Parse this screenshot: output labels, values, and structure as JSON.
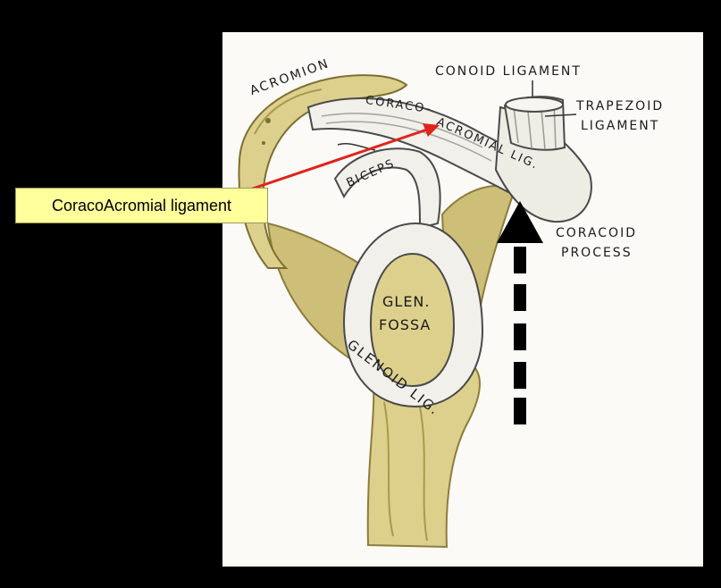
{
  "callout": {
    "text": "CoracoAcromial ligament"
  },
  "labels": {
    "acromion": "ACROMION",
    "conoid": "CONOID LIGAMENT",
    "trapezoid_1": "TRAPEZOID",
    "trapezoid_2": "LIGAMENT",
    "coracoacromial_1": "CORACO-",
    "coracoacromial_2": "ACROMIAL LIG.",
    "biceps": "BICEPS",
    "coracoid_1": "CORACOID",
    "coracoid_2": "PROCESS",
    "glen_1": "GLEN.",
    "glen_2": "FOSSA",
    "glenoid_lig": "GLENOID LIG."
  },
  "colors": {
    "background": "#000000",
    "panel": "#fbfaf7",
    "bone": "#ddd08c",
    "bone_shadow": "#b9a95a",
    "ligament": "#f1f0ea",
    "arrow_red": "#e0231b",
    "callout_fill": "#ffff9c"
  },
  "icons": {
    "pointer": "dashed-up-arrow-icon"
  }
}
